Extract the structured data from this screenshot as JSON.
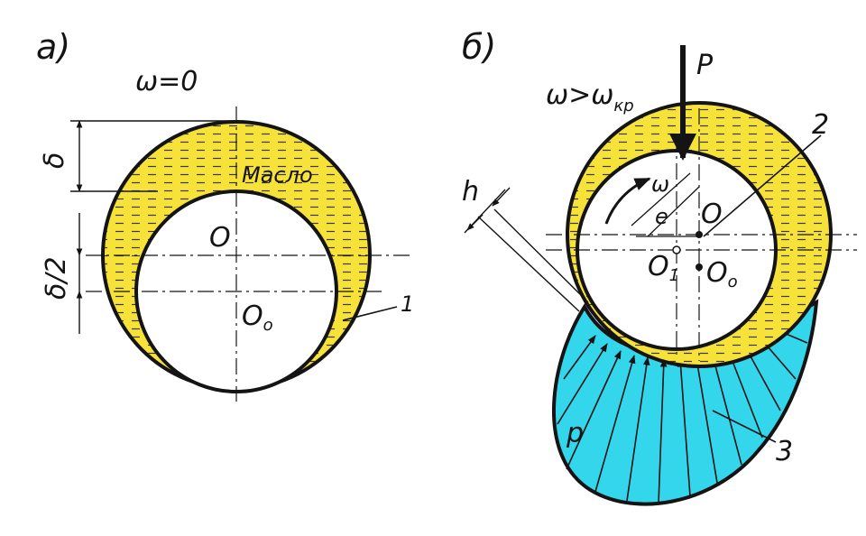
{
  "colors": {
    "oil": "#F7E23A",
    "pressure": "#33D6EA",
    "ink": "#141414",
    "background": "#FFFFFF"
  },
  "panel_a": {
    "label": "а)",
    "omega_label": "ω=0",
    "delta_label": "δ",
    "half_delta_label": "δ/2",
    "center_label": "O",
    "journal_center_label": "O",
    "journal_center_sub": "o",
    "oil_label": "Масло",
    "callout_1": "1"
  },
  "panel_b": {
    "label": "б)",
    "omega_label": "ω>ω",
    "omega_sub": "кр",
    "force_label": "P",
    "rotation_label": "ω",
    "eccentricity_label": "e",
    "gap_label": "h",
    "center_label": "O",
    "center_o1_label": "O",
    "center_o1_sub": "1",
    "center_o0_label": "O",
    "center_o0_sub": "o",
    "pressure_label": "p",
    "callout_2": "2",
    "callout_3": "3"
  }
}
